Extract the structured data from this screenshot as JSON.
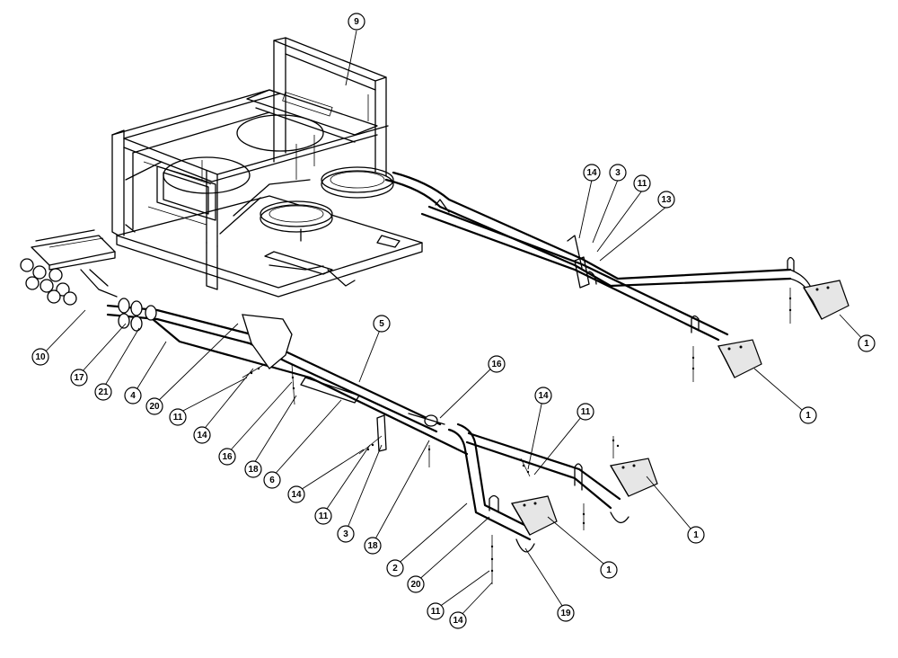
{
  "diagram": {
    "callouts": [
      {
        "id": "c-9",
        "label": "9"
      },
      {
        "id": "c-14a",
        "label": "14"
      },
      {
        "id": "c-3a",
        "label": "3"
      },
      {
        "id": "c-11a",
        "label": "11"
      },
      {
        "id": "c-13",
        "label": "13"
      },
      {
        "id": "c-1a",
        "label": "1"
      },
      {
        "id": "c-10",
        "label": "10"
      },
      {
        "id": "c-17",
        "label": "17"
      },
      {
        "id": "c-21",
        "label": "21"
      },
      {
        "id": "c-4",
        "label": "4"
      },
      {
        "id": "c-20a",
        "label": "20"
      },
      {
        "id": "c-11b",
        "label": "11"
      },
      {
        "id": "c-14b",
        "label": "14"
      },
      {
        "id": "c-5",
        "label": "5"
      },
      {
        "id": "c-16a",
        "label": "16"
      },
      {
        "id": "c-18a",
        "label": "18"
      },
      {
        "id": "c-6",
        "label": "6"
      },
      {
        "id": "c-1b",
        "label": "1"
      },
      {
        "id": "c-16b",
        "label": "16"
      },
      {
        "id": "c-14c",
        "label": "14"
      },
      {
        "id": "c-11c",
        "label": "11"
      },
      {
        "id": "c-3b",
        "label": "3"
      },
      {
        "id": "c-18b",
        "label": "18"
      },
      {
        "id": "c-14d",
        "label": "14"
      },
      {
        "id": "c-11d",
        "label": "11"
      },
      {
        "id": "c-1c",
        "label": "1"
      },
      {
        "id": "c-2",
        "label": "2"
      },
      {
        "id": "c-20b",
        "label": "20"
      },
      {
        "id": "c-1d",
        "label": "1"
      },
      {
        "id": "c-19",
        "label": "19"
      },
      {
        "id": "c-11e",
        "label": "11"
      },
      {
        "id": "c-14e",
        "label": "14"
      }
    ]
  }
}
